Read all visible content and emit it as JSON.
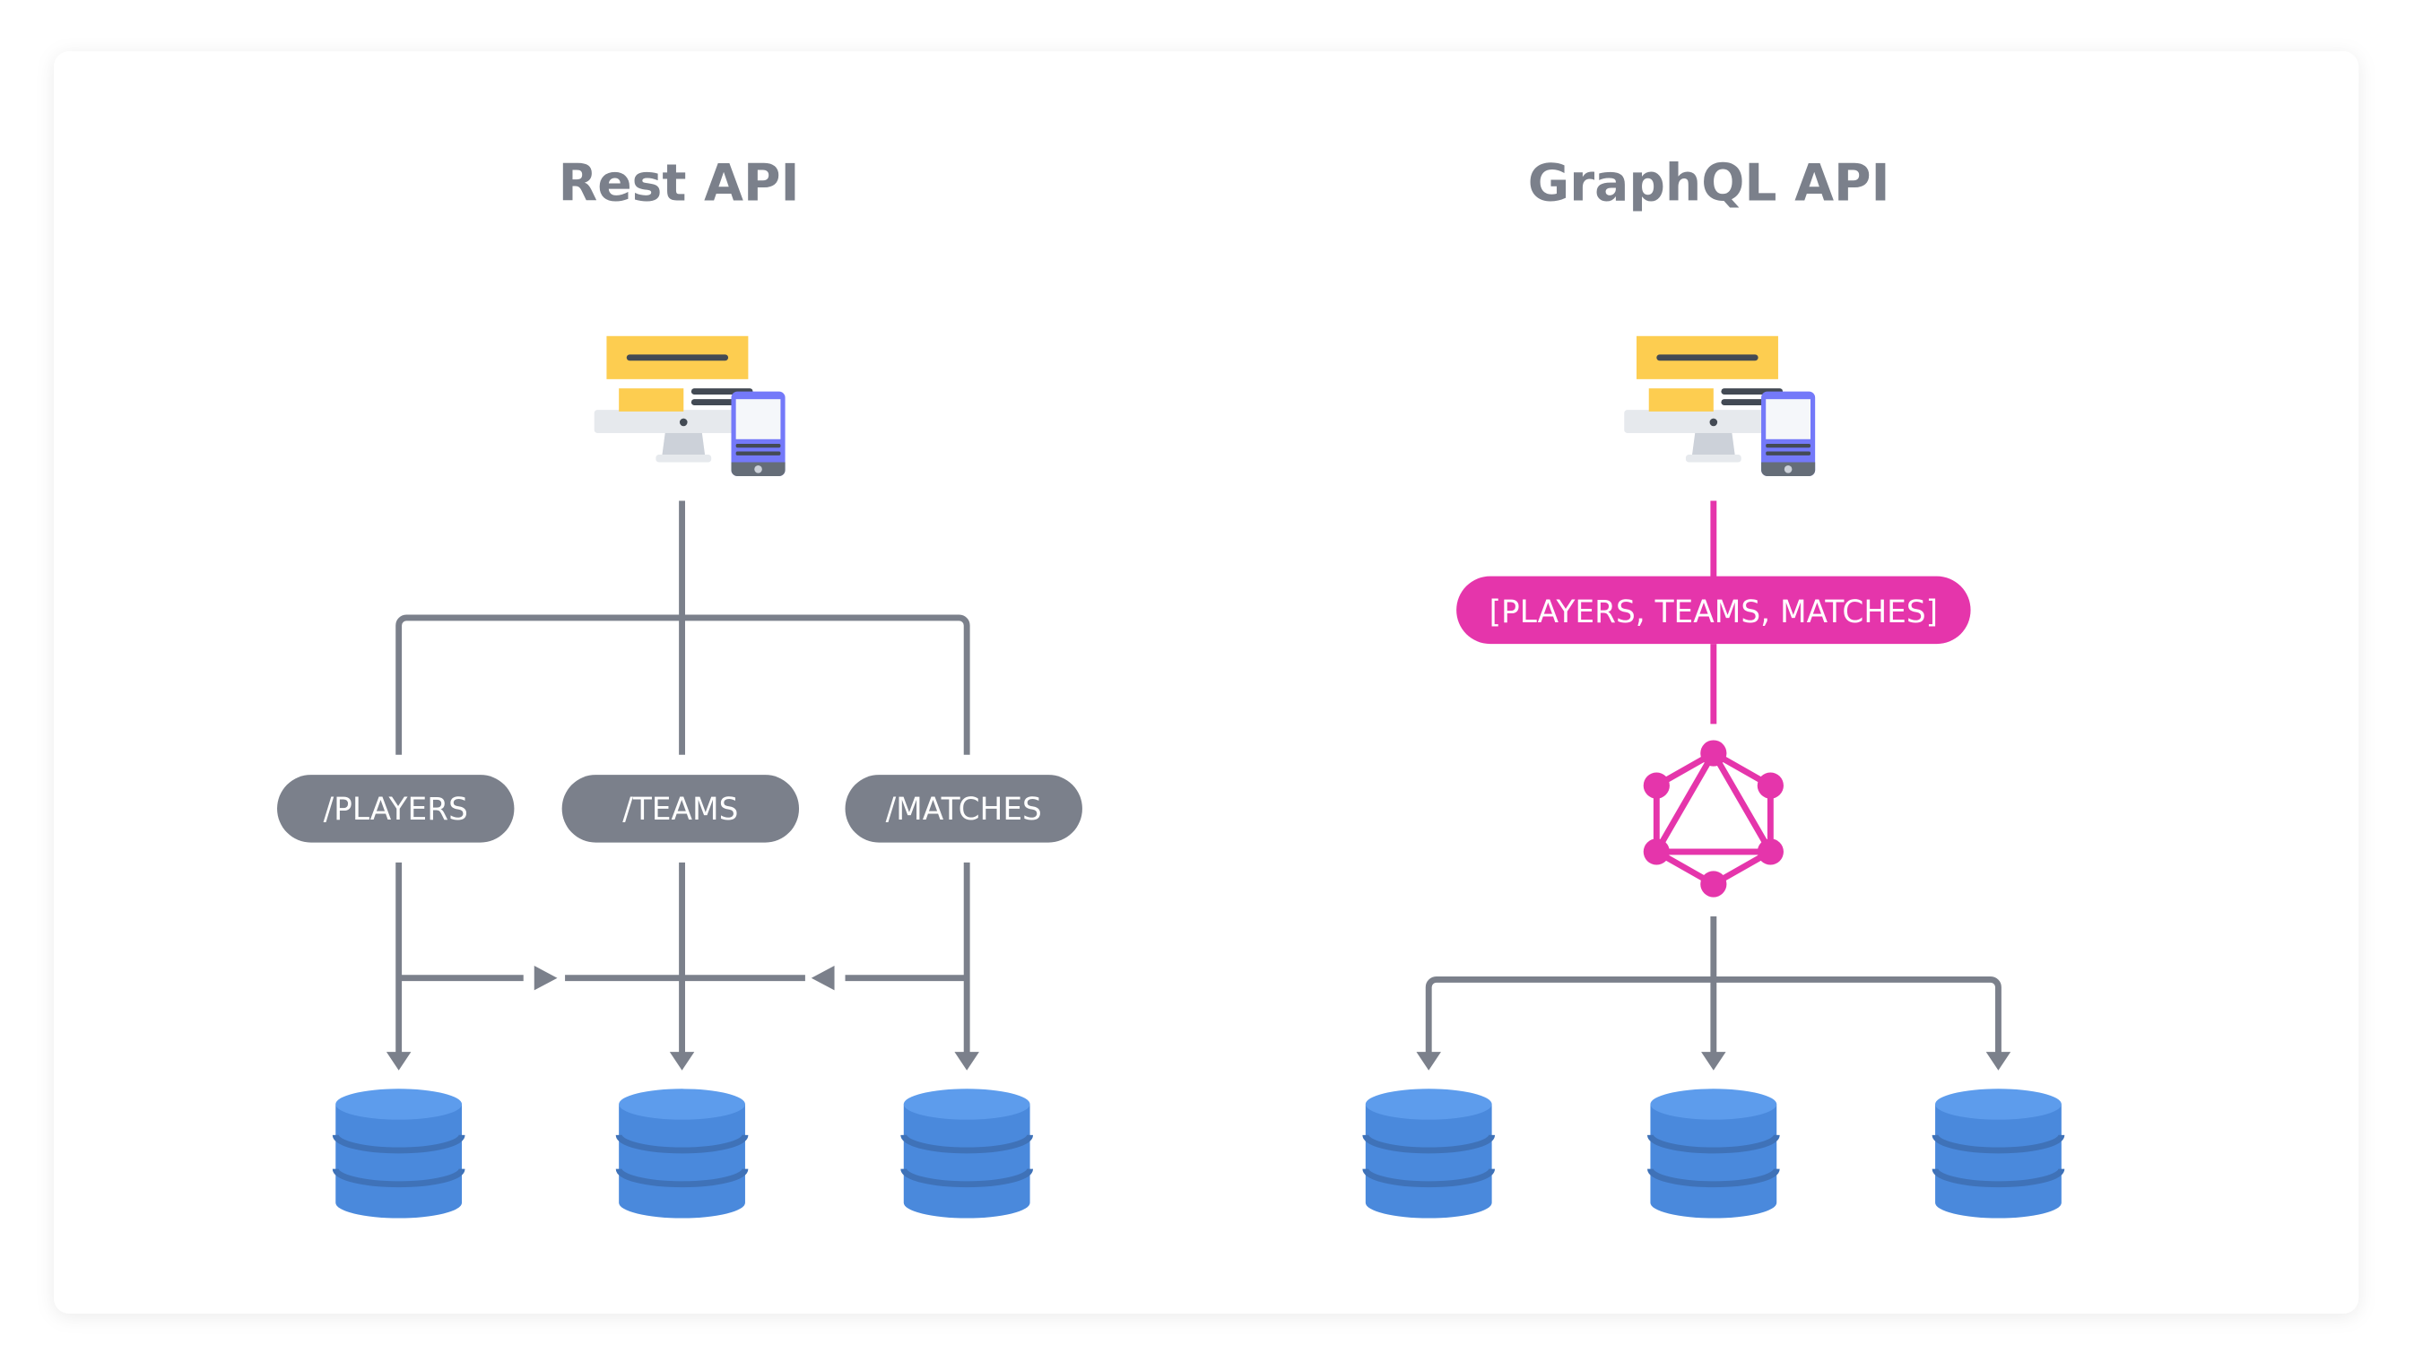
{
  "colors": {
    "connector": "#7b808b",
    "graphql": "#e535ab",
    "database": "#4a89dc",
    "device_yellow": "#fdcd50",
    "device_phone": "#7479f9"
  },
  "rest": {
    "title": "Rest API",
    "endpoints": [
      "/PLAYERS",
      "/TEAMS",
      "/MATCHES"
    ],
    "icons": [
      "client-devices-icon",
      "database-icon"
    ]
  },
  "graphql": {
    "title": "GraphQL API",
    "query": "[PLAYERS, TEAMS, MATCHES]",
    "icons": [
      "client-devices-icon",
      "graphql-logo-icon",
      "database-icon"
    ]
  }
}
